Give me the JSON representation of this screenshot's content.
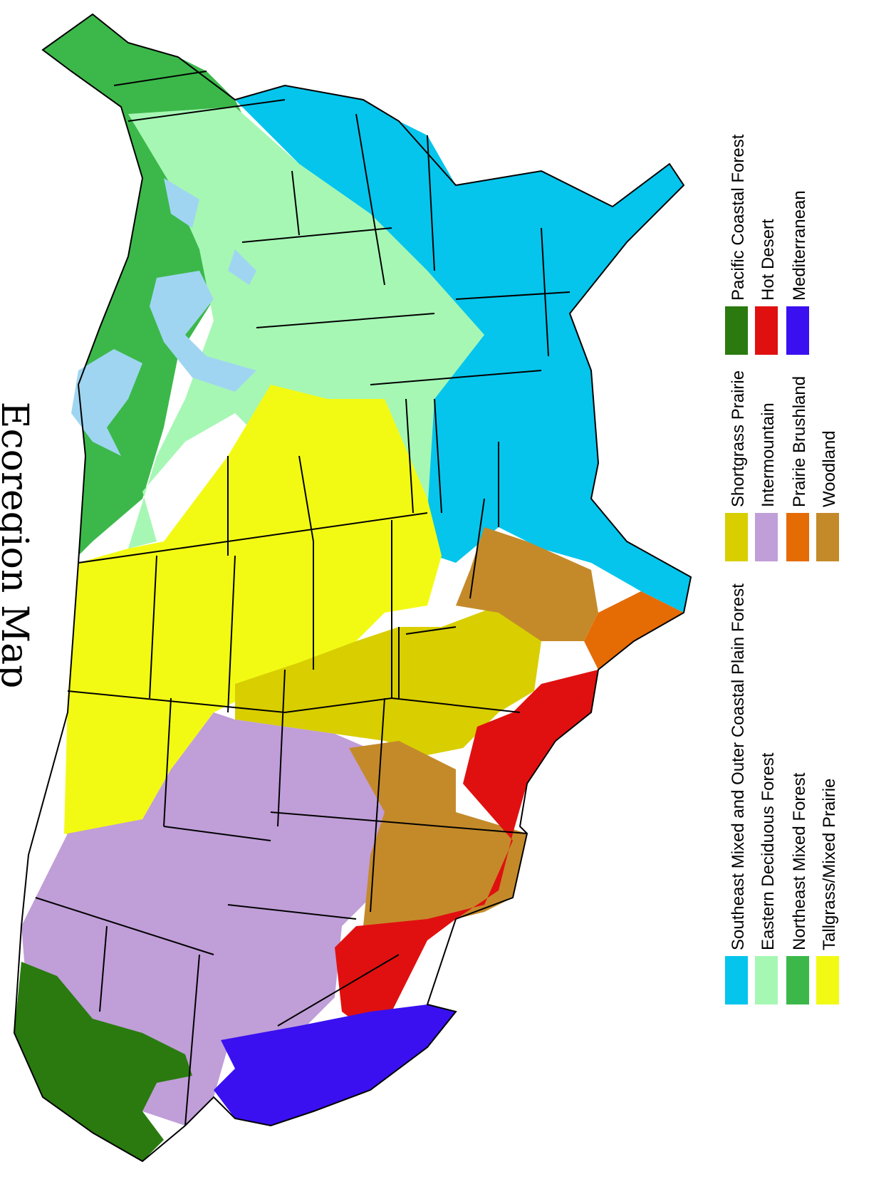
{
  "title": "Ecoregion Map",
  "legend": {
    "columns": [
      [
        {
          "label": "Pacific Coastal Forest",
          "color": "#2a7a0f"
        },
        {
          "label": "Hot Desert",
          "color": "#e01010"
        },
        {
          "label": "Mediterranean",
          "color": "#3a10f0"
        }
      ],
      [
        {
          "label": "Shortgrass Prairie",
          "color": "#d8ce00"
        },
        {
          "label": "Intermountain",
          "color": "#c09ed8"
        },
        {
          "label": "Prairie Brushland",
          "color": "#e56b05"
        },
        {
          "label": "Woodland",
          "color": "#c48a2a"
        }
      ],
      [
        {
          "label": "Southeast Mixed and Outer Coastal Plain Forest",
          "color": "#05c5ec"
        },
        {
          "label": "Eastern Deciduous Forest",
          "color": "#a6f7b4"
        },
        {
          "label": "Northeast Mixed Forest",
          "color": "#3cb84a"
        },
        {
          "label": "Tallgrass/Mixed Prairie",
          "color": "#f2fa14"
        }
      ]
    ]
  },
  "colors": {
    "lakes": "#9fd5f1",
    "border": "#000000"
  }
}
